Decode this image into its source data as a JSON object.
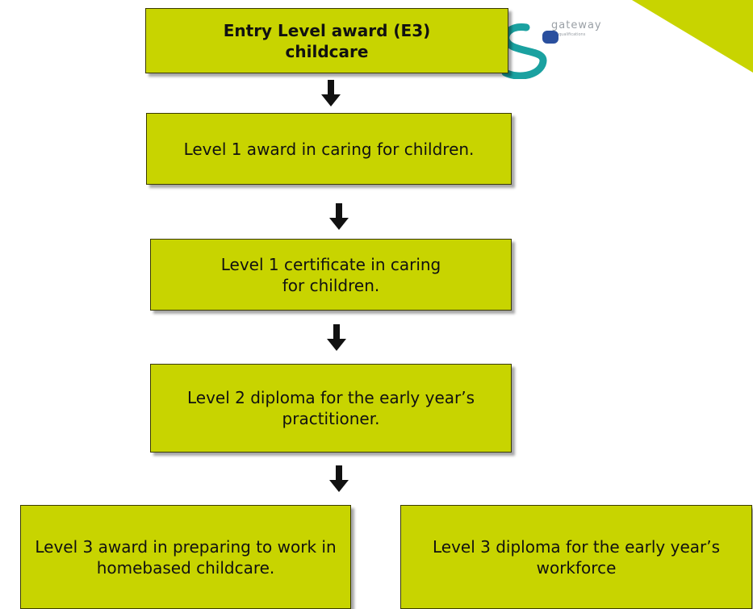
{
  "diagram": {
    "steps": [
      {
        "label": "Entry Level award (E3) childcare"
      },
      {
        "label": "Level 1 award in caring for children."
      },
      {
        "label": "Level 1 certificate in caring for children."
      },
      {
        "label": "Level 2 diploma for the early year’s practitioner."
      },
      {
        "label": "Level 3 award in preparing to work in homebased childcare."
      },
      {
        "label": "Level 3 diploma for the early year’s workforce"
      }
    ]
  },
  "logo": {
    "name": "gateway",
    "sub": "qualifications",
    "colors": {
      "teal": "#1aa1a0",
      "blue": "#2a4f9e"
    }
  },
  "colors": {
    "box": "#c8d400",
    "arrow": "#111111"
  }
}
